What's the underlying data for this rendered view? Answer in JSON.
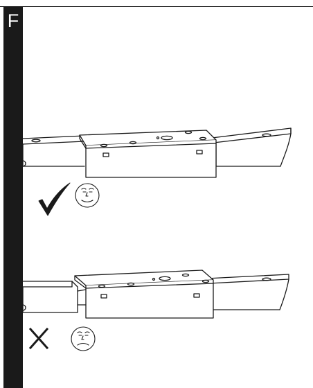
{
  "step": {
    "letter": "F"
  },
  "panels": [
    {
      "name": "correct-assembly",
      "verdict": "correct",
      "symbol": "check-mark-icon",
      "face": "happy-face-icon"
    },
    {
      "name": "incorrect-assembly",
      "verdict": "incorrect",
      "symbol": "cross-mark-icon",
      "face": "sad-face-icon"
    }
  ],
  "colors": {
    "ink": "#1a1a1a",
    "paper": "#ffffff"
  }
}
